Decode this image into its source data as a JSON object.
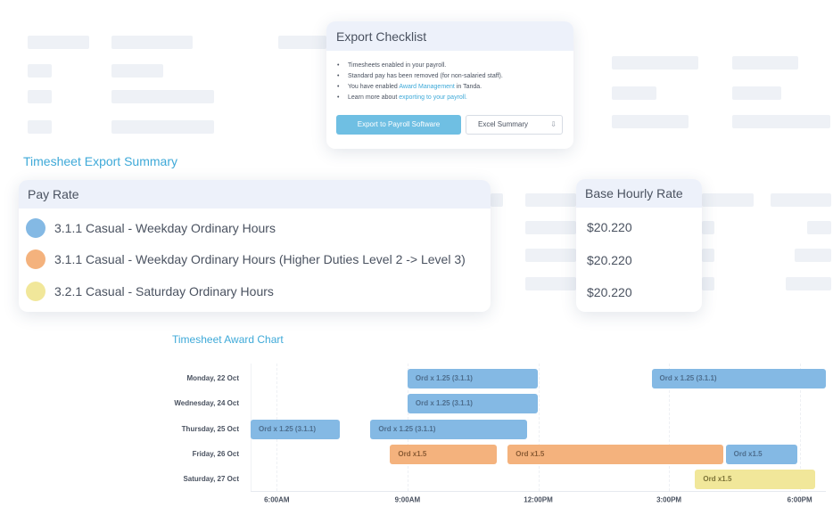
{
  "export_checklist": {
    "title": "Export Checklist",
    "items": [
      {
        "text": "Timesheets enabled in your payroll.",
        "link": "",
        "suffix": ""
      },
      {
        "text": "Standard pay has been removed (for non-salaried staff).",
        "link": "",
        "suffix": ""
      },
      {
        "text": "You have enabled ",
        "link": "Award Management",
        "suffix": " in Tanda."
      },
      {
        "text": "Learn more about ",
        "link": "exporting to your payroll.",
        "suffix": ""
      }
    ],
    "primary_button": "Export to Payroll Software",
    "secondary_button": "Excel Summary",
    "download_icon": "download-icon"
  },
  "summary": {
    "title": "Timesheet Export Summary",
    "pay_rate_header": "Pay Rate",
    "base_rate_header": "Base Hourly Rate",
    "rows": [
      {
        "label": "3.1.1 Casual - Weekday Ordinary Hours",
        "color": "#84b9e4",
        "rate": "$20.220"
      },
      {
        "label": "3.1.1 Casual - Weekday Ordinary Hours (Higher Duties Level 2 -> Level 3)",
        "color": "#f4b27d",
        "rate": "$20.220"
      },
      {
        "label": "3.2.1 Casual - Saturday Ordinary Hours",
        "color": "#f1e79a",
        "rate": "$20.220"
      }
    ]
  },
  "chart_title": "Timesheet Award Chart",
  "chart_data": {
    "type": "bar",
    "categories": [
      "Monday, 22 Oct",
      "Wednesday, 24 Oct",
      "Thursday, 25 Oct",
      "Friday, 26 Oct",
      "Saturday, 27 Oct"
    ],
    "x_ticks": [
      "6:00AM",
      "9:00AM",
      "12:00PM",
      "3:00PM",
      "6:00PM"
    ],
    "xlim": [
      5.4,
      18.6
    ],
    "segments": [
      {
        "day": 0,
        "start": 9.0,
        "end": 12.0,
        "label": "Ord x 1.25 (3.1.1)",
        "fill": "#84b9e4",
        "text_color": "#4d6e8e"
      },
      {
        "day": 0,
        "start": 14.6,
        "end": 18.6,
        "label": "Ord x 1.25 (3.1.1)",
        "fill": "#84b9e4",
        "text_color": "#4d6e8e"
      },
      {
        "day": 1,
        "start": 9.0,
        "end": 12.0,
        "label": "Ord x 1.25 (3.1.1)",
        "fill": "#84b9e4",
        "text_color": "#4d6e8e"
      },
      {
        "day": 2,
        "start": 5.4,
        "end": 7.45,
        "label": "Ord x 1.25 (3.1.1)",
        "fill": "#84b9e4",
        "text_color": "#4d6e8e"
      },
      {
        "day": 2,
        "start": 8.15,
        "end": 11.75,
        "label": "Ord x 1.25 (3.1.1)",
        "fill": "#84b9e4",
        "text_color": "#4d6e8e"
      },
      {
        "day": 3,
        "start": 8.6,
        "end": 11.05,
        "label": "Ord x1.5",
        "fill": "#f4b27d",
        "text_color": "#8a5b34"
      },
      {
        "day": 3,
        "start": 11.3,
        "end": 16.25,
        "label": "Ord x1.5",
        "fill": "#f4b27d",
        "text_color": "#8a5b34"
      },
      {
        "day": 3,
        "start": 16.3,
        "end": 17.95,
        "label": "Ord x1.5",
        "fill": "#84b9e4",
        "text_color": "#4d6e8e"
      },
      {
        "day": 4,
        "start": 15.6,
        "end": 18.35,
        "label": "Ord x1.5",
        "fill": "#f1e79a",
        "text_color": "#7c7338"
      }
    ]
  }
}
